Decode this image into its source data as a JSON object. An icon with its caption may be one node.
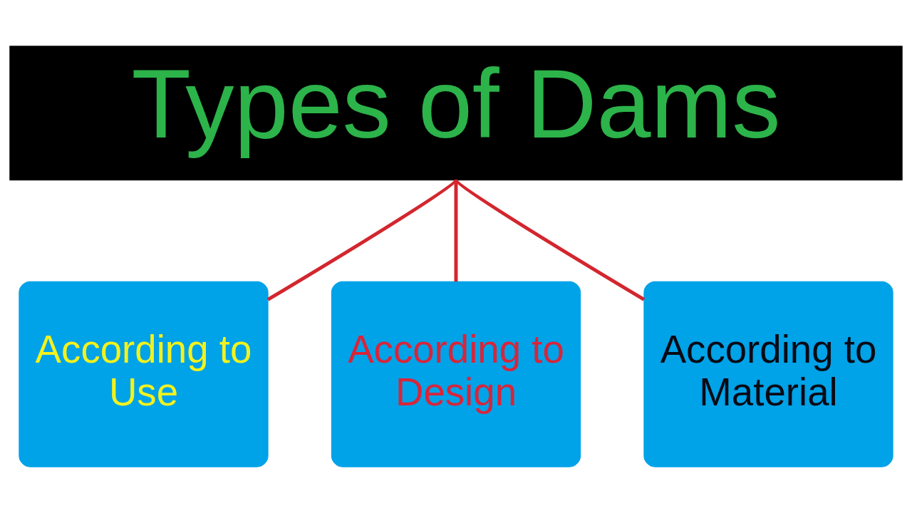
{
  "diagram": {
    "nodes": [
      {
        "text": [
          "Types of Dams"
        ]
      },
      {
        "text": [
          "According to Use"
        ]
      },
      {
        "text": [
          "According to Design"
        ]
      },
      {
        "text": [
          "According to Material"
        ]
      }
    ],
    "edges": [
      {
        "from": 0,
        "to": 1,
        "arrow": "none"
      },
      {
        "from": 0,
        "to": 2,
        "arrow": "none"
      },
      {
        "from": 0,
        "to": 3,
        "arrow": "none"
      }
    ]
  }
}
